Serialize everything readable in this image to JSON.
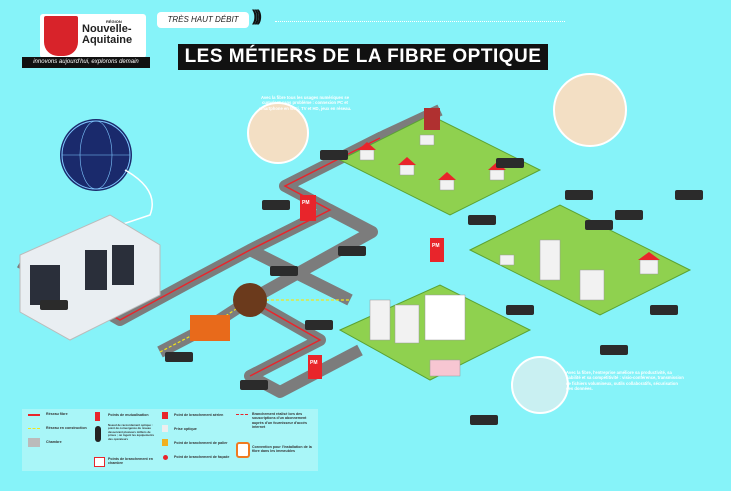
{
  "header": {
    "logo": {
      "region": "RÉGION",
      "name": "Nouvelle-Aquitaine"
    },
    "tagline": "innovons aujourd'hui, explorons demain",
    "badge": "TRÈS HAUT DÉBIT",
    "waves": ")))",
    "title": "LES MÉTIERS DE LA FIBRE OPTIQUE"
  },
  "notes": {
    "home": "Avec la fibre tous les usages numériques se cumulent sans problème : connexion PC et smartphone en WiFi, TV et HD, jeux en réseau.",
    "business": "Avec la fibre, l'entreprise améliore sa productivité, sa fiabilité et sa compétitivité : visio-conférence, transmission de fichiers volumineux, outils collaboratifs, sécurisation des données."
  },
  "map_labels": {
    "pm": "PM"
  },
  "colors": {
    "background": "#86f3f9",
    "road": "#7c7c7c",
    "fiber": "#e8252b",
    "construction": "#f2e51b",
    "grass": "#8fd14f",
    "pm": "#e8252b"
  },
  "legend": {
    "items": [
      {
        "icon": "red-line",
        "label": "Réseau fibre"
      },
      {
        "icon": "yellow-dashed-line",
        "label": "Réseau en construction"
      },
      {
        "icon": "chamber-icon",
        "label": "Chambre"
      },
      {
        "icon": "pm-cabinet-icon",
        "label": "Points de mutualisation"
      },
      {
        "icon": "nro-icon",
        "label": "Noeud de raccordement optique : point de convergence du réseau desservant plusieurs milliers de prises ; où logent les équipements des opérateurs"
      },
      {
        "icon": "square-outline-icon",
        "label": "Points de branchement en chambre"
      },
      {
        "icon": "red-square-icon",
        "label": "Point de branchement aérien"
      },
      {
        "icon": "optical-outlet-icon",
        "label": "Prise optique"
      },
      {
        "icon": "orange-square-icon",
        "label": "Point de branchement de palier"
      },
      {
        "icon": "red-dot-icon",
        "label": "Point de branchement de façade"
      },
      {
        "icon": "red-dashed-line",
        "label": "Branchement réalisé lors des souscriptions d'un abonnement auprès d'un fournisseur d'accès internet"
      },
      {
        "icon": "convention-icon",
        "label": "Convention pour l'installation de la fibre dans les immeubles"
      }
    ]
  }
}
